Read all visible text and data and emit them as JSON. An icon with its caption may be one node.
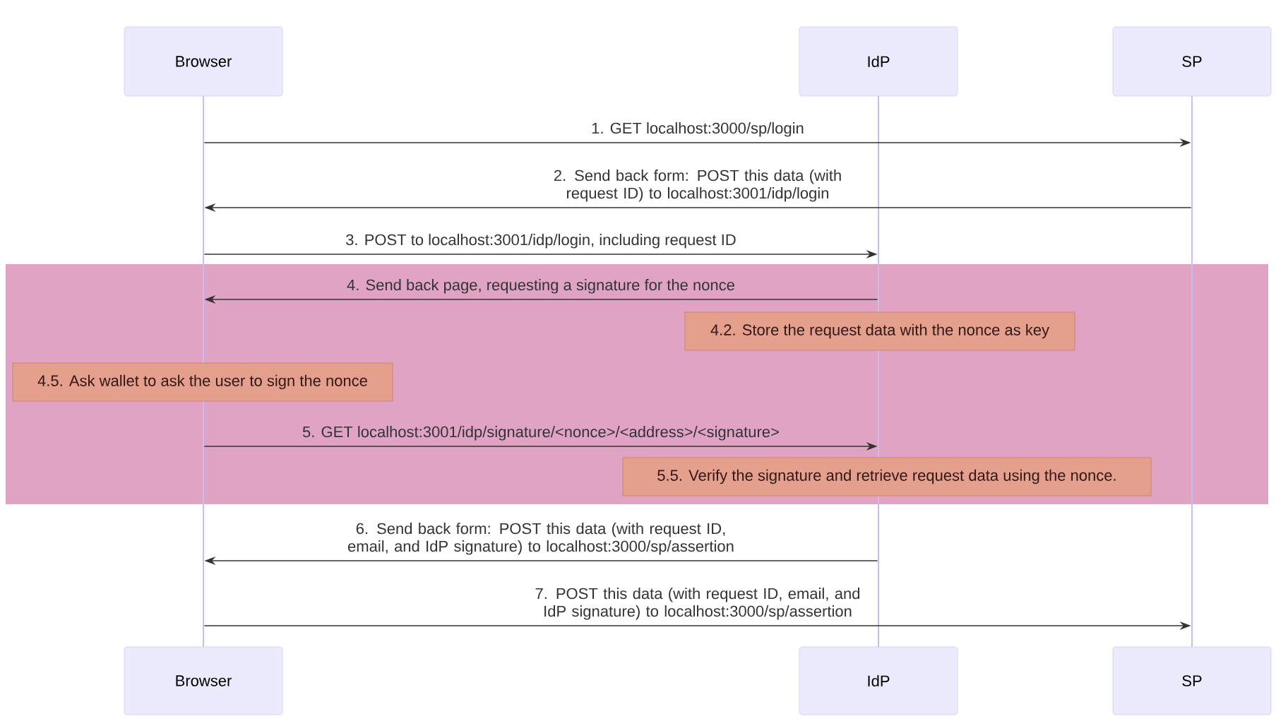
{
  "diagram": {
    "nodes": [
      {
        "text": [
          "Browser"
        ]
      },
      {
        "text": [
          "IdP"
        ]
      },
      {
        "text": [
          "SP"
        ]
      },
      {
        "text": [],
        "shape": "bar"
      },
      {
        "text": [],
        "shape": "bar"
      },
      {
        "text": [],
        "shape": "bar"
      },
      {
        "text": [],
        "shape": "box"
      },
      {
        "text": [
          "4.2. Store the request data with the nonce as key"
        ],
        "in": 6
      },
      {
        "text": [
          "4.5. Ask wallet to ask the user to sign the nonce"
        ],
        "in": 6
      },
      {
        "text": [
          "5.5. Verify the signature and retrieve request data using the nonce."
        ],
        "in": 6
      },
      {
        "text": [
          "Browser"
        ]
      },
      {
        "text": [
          "IdP"
        ]
      },
      {
        "text": [
          "SP"
        ]
      }
    ],
    "edges": [
      {
        "from": 3,
        "to": 5,
        "arrow": "to",
        "label": "1. GET localhost:3000/sp/login"
      },
      {
        "from": 5,
        "to": 3,
        "arrow": "to",
        "label": "2. Send back form: POST this data (with request ID) to localhost:3001/idp/login"
      },
      {
        "from": 3,
        "to": 4,
        "arrow": "to",
        "label": "3. POST to localhost:3001/idp/login, including request ID"
      },
      {
        "from": 4,
        "to": 3,
        "arrow": "to",
        "label": "4. Send back page, requesting a signature for the nonce"
      },
      {
        "from": 3,
        "to": 4,
        "arrow": "to",
        "label": "5. GET localhost:3001/idp/signature/<nonce>/<address>/<signature>"
      },
      {
        "from": 4,
        "to": 3,
        "arrow": "to",
        "label": "6. Send back form: POST this data (with request ID, email, and IdP signature) to localhost:3000/sp/assertion"
      },
      {
        "from": 3,
        "to": 5,
        "arrow": "to",
        "label": "7. POST this data (with request ID, email, and IdP signature) to localhost:3000/sp/assertion"
      }
    ]
  }
}
